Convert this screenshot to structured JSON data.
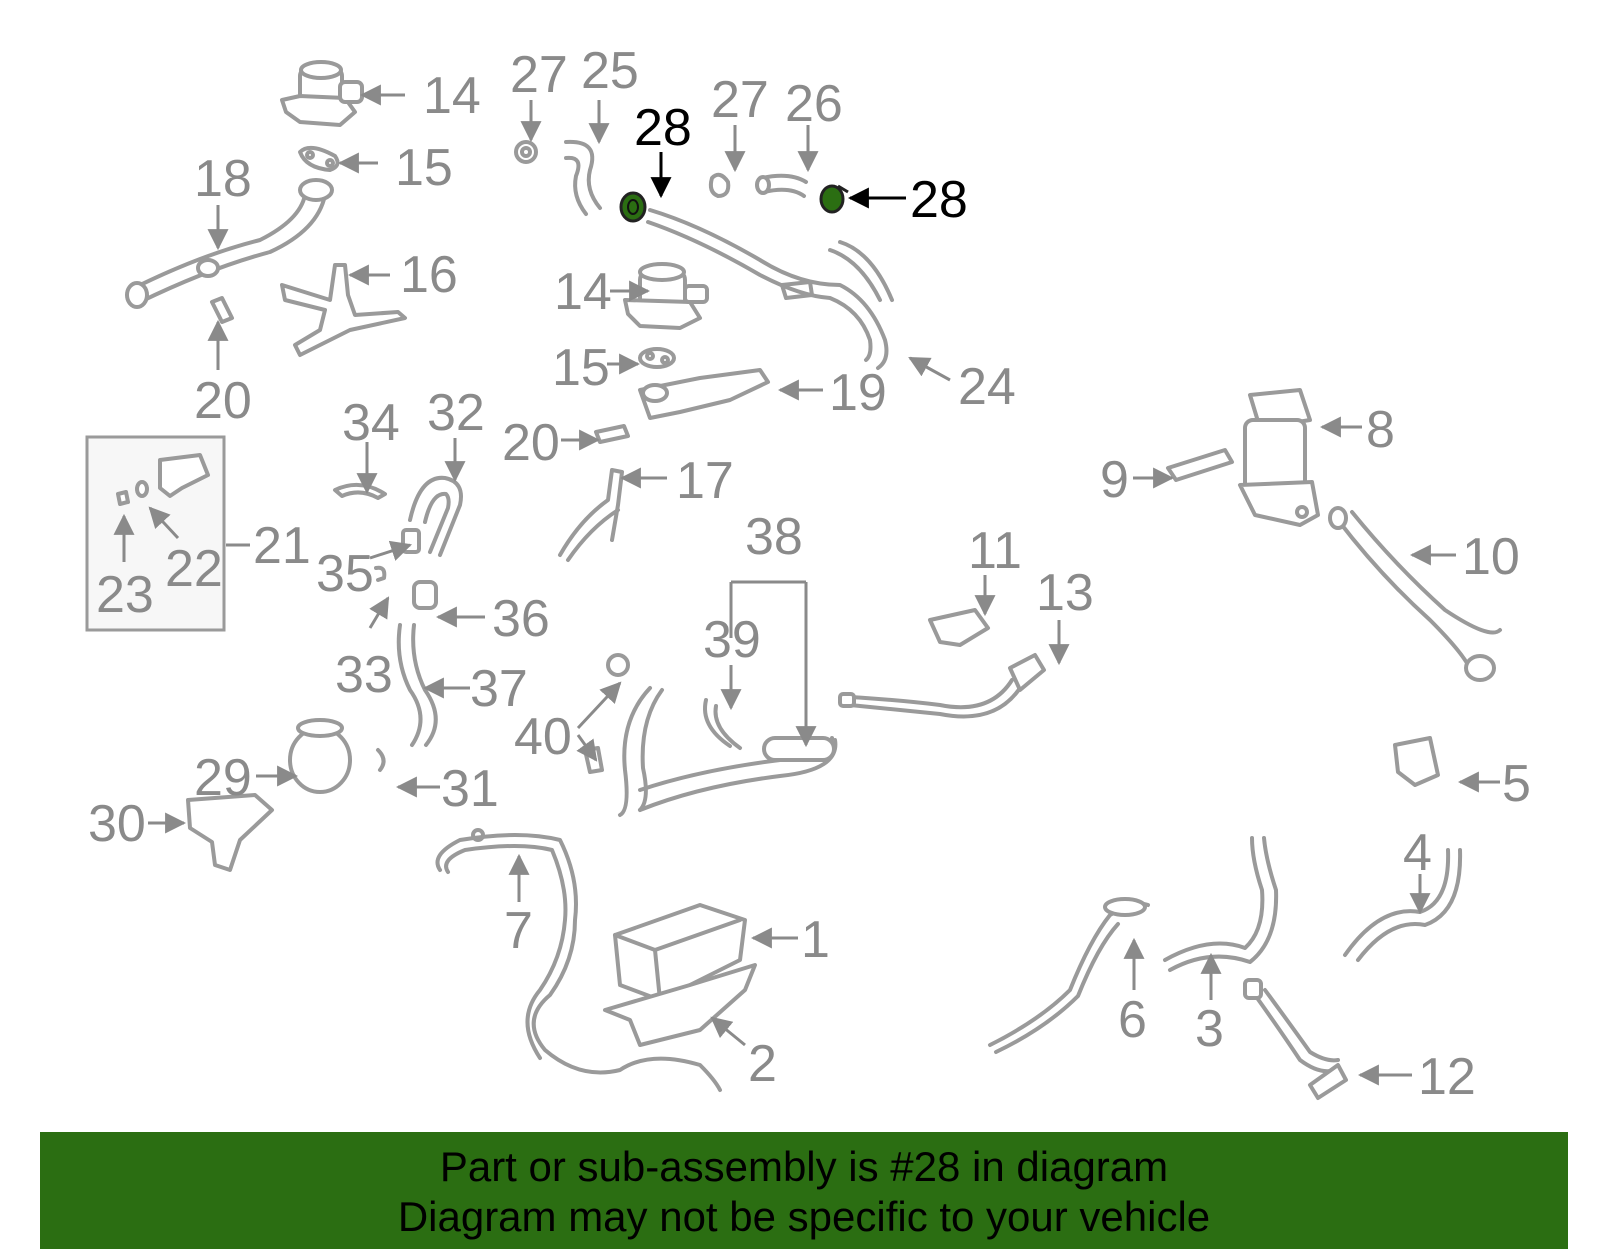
{
  "diagram": {
    "highlight_color": "#2b6e12",
    "callouts": [
      {
        "id": "c14a",
        "text": "14"
      },
      {
        "id": "c15a",
        "text": "15"
      },
      {
        "id": "c18",
        "text": "18"
      },
      {
        "id": "c16",
        "text": "16"
      },
      {
        "id": "c20a",
        "text": "20"
      },
      {
        "id": "c27a",
        "text": "27"
      },
      {
        "id": "c25",
        "text": "25"
      },
      {
        "id": "c28a",
        "text": "28",
        "highlight": true
      },
      {
        "id": "c27b",
        "text": "27"
      },
      {
        "id": "c26",
        "text": "26"
      },
      {
        "id": "c28b",
        "text": "28",
        "highlight": true
      },
      {
        "id": "c14b",
        "text": "14"
      },
      {
        "id": "c15b",
        "text": "15"
      },
      {
        "id": "c19",
        "text": "19"
      },
      {
        "id": "c24",
        "text": "24"
      },
      {
        "id": "c20b",
        "text": "20"
      },
      {
        "id": "c17",
        "text": "17"
      },
      {
        "id": "c34",
        "text": "34"
      },
      {
        "id": "c32",
        "text": "32"
      },
      {
        "id": "c21",
        "text": "21"
      },
      {
        "id": "c22",
        "text": "22"
      },
      {
        "id": "c23",
        "text": "23"
      },
      {
        "id": "c35",
        "text": "35"
      },
      {
        "id": "c36",
        "text": "36"
      },
      {
        "id": "c33",
        "text": "33"
      },
      {
        "id": "c37",
        "text": "37"
      },
      {
        "id": "c29",
        "text": "29"
      },
      {
        "id": "c31",
        "text": "31"
      },
      {
        "id": "c30",
        "text": "30"
      },
      {
        "id": "c38",
        "text": "38"
      },
      {
        "id": "c39",
        "text": "39"
      },
      {
        "id": "c40",
        "text": "40"
      },
      {
        "id": "c11",
        "text": "11"
      },
      {
        "id": "c13",
        "text": "13"
      },
      {
        "id": "c8",
        "text": "8"
      },
      {
        "id": "c9",
        "text": "9"
      },
      {
        "id": "c10",
        "text": "10"
      },
      {
        "id": "c5",
        "text": "5"
      },
      {
        "id": "c4",
        "text": "4"
      },
      {
        "id": "c7",
        "text": "7"
      },
      {
        "id": "c1",
        "text": "1"
      },
      {
        "id": "c2",
        "text": "2"
      },
      {
        "id": "c6",
        "text": "6"
      },
      {
        "id": "c3",
        "text": "3"
      },
      {
        "id": "c12",
        "text": "12"
      }
    ]
  },
  "banner": {
    "line1": "Part or sub-assembly is #28 in diagram",
    "line2": "Diagram may not be specific to your vehicle"
  }
}
